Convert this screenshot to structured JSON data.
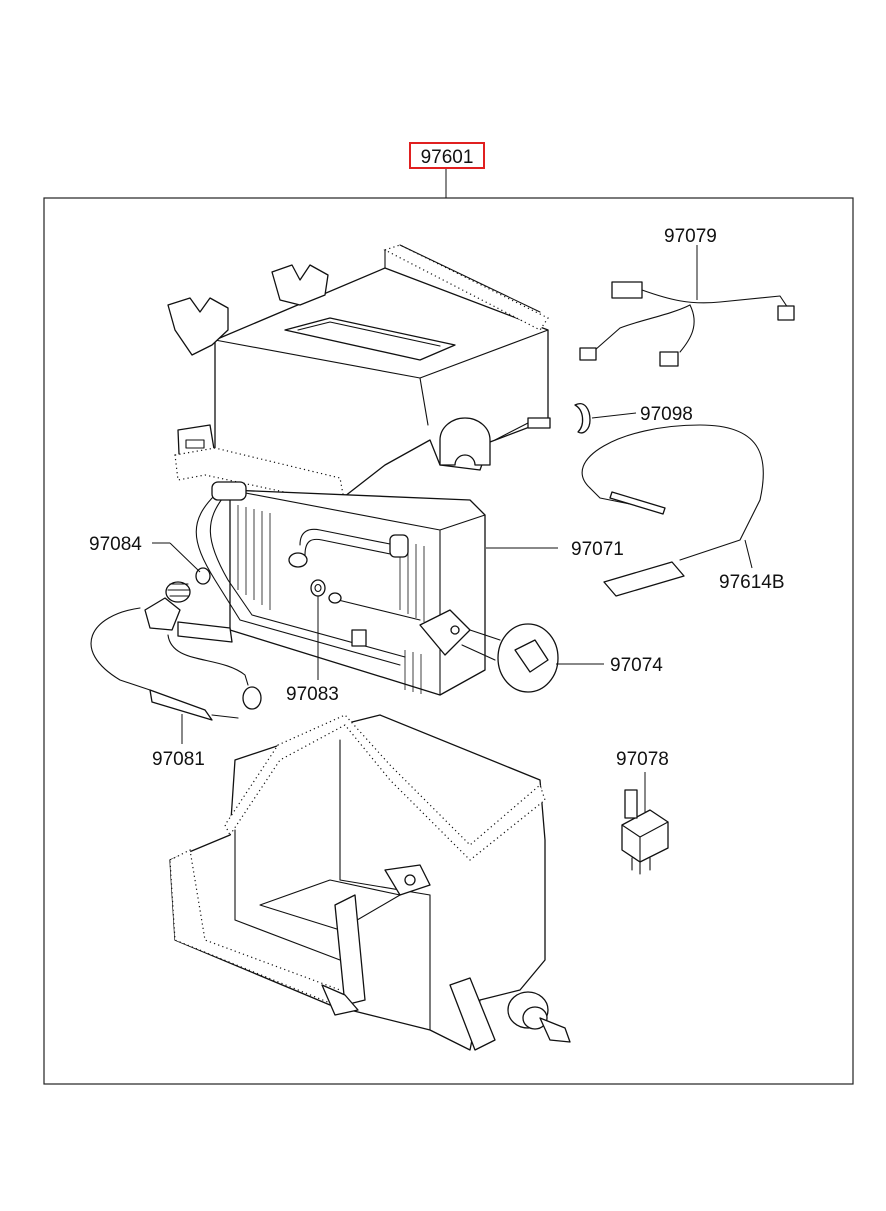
{
  "assembly": {
    "part_number": "97601",
    "highlight_color": "#e02020"
  },
  "callouts": [
    {
      "id": "97079",
      "label": "97079"
    },
    {
      "id": "97098",
      "label": "97098"
    },
    {
      "id": "97084",
      "label": "97084"
    },
    {
      "id": "97071",
      "label": "97071"
    },
    {
      "id": "97614B",
      "label": "97614B"
    },
    {
      "id": "97083",
      "label": "97083"
    },
    {
      "id": "97074",
      "label": "97074"
    },
    {
      "id": "97081",
      "label": "97081"
    },
    {
      "id": "97078",
      "label": "97078"
    }
  ]
}
